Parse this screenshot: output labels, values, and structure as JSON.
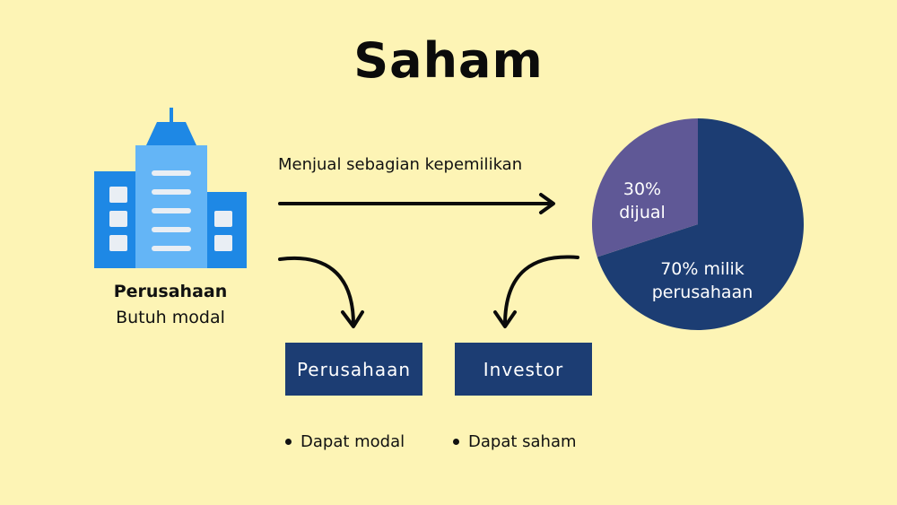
{
  "title": "Saham",
  "company": {
    "name": "Perusahaan",
    "need": "Butuh modal",
    "icon": "office-building-icon"
  },
  "arrow_label": "Menjual sebagian kepemilikan",
  "boxes": [
    {
      "label": "Perusahaan"
    },
    {
      "label": "Investor"
    }
  ],
  "bullets": [
    {
      "text": "Dapat modal"
    },
    {
      "text": "Dapat saham"
    }
  ],
  "chart_data": {
    "type": "pie",
    "title": "",
    "slices": [
      {
        "label": "70% milik perusahaan",
        "value": 70,
        "color": "#1c3d73"
      },
      {
        "label": "30% dijual",
        "value": 30,
        "color": "#5f5896"
      }
    ]
  },
  "pie_labels": {
    "sold_pct": "30%",
    "sold_text": "dijual",
    "owned_pct_text": "70% milik",
    "owned_text": "perusahaan"
  },
  "colors": {
    "background": "#fdf4b5",
    "box": "#1c3d73",
    "pie_owned": "#1c3d73",
    "pie_sold": "#5f5896",
    "building_dark": "#1e88e5",
    "building_light": "#64b5f6"
  }
}
